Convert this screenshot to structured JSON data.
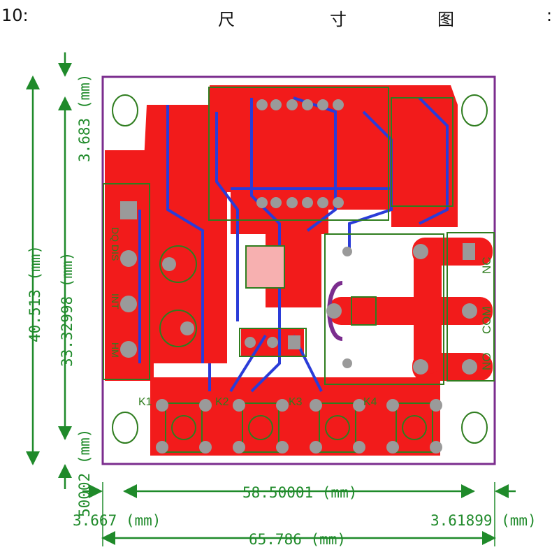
{
  "header": {
    "number": "10:",
    "title_chars": [
      "尺",
      "寸",
      "图"
    ],
    "colon": ":"
  },
  "dimensions": {
    "width_inner": "58.50001 (mm)",
    "width_left_margin": "3.667 (mm)",
    "width_right_margin": "3.61899 (mm)",
    "width_total": "65.786 (mm)",
    "height_total": "40.513 (mm)",
    "height_inner": "33.32998 (mm)",
    "height_top_margin": "3.683 (mm)",
    "height_bottom_margin": "50002 (mm)"
  },
  "silkscreen": {
    "pin_labels_left": [
      "DQ",
      "DIS",
      "INT",
      "HM"
    ],
    "relay_labels": [
      "NC",
      "COM",
      "NO"
    ],
    "keys": [
      "K1",
      "K2",
      "K3",
      "K4"
    ]
  },
  "colors": {
    "dim_green": "#1f8a2a",
    "copper_top": "#f21b1b",
    "copper_bottom": "#2a3cd8",
    "outline": "#7b2d8e",
    "pad": "#9a9a9a",
    "silk": "#2f7d1f"
  }
}
